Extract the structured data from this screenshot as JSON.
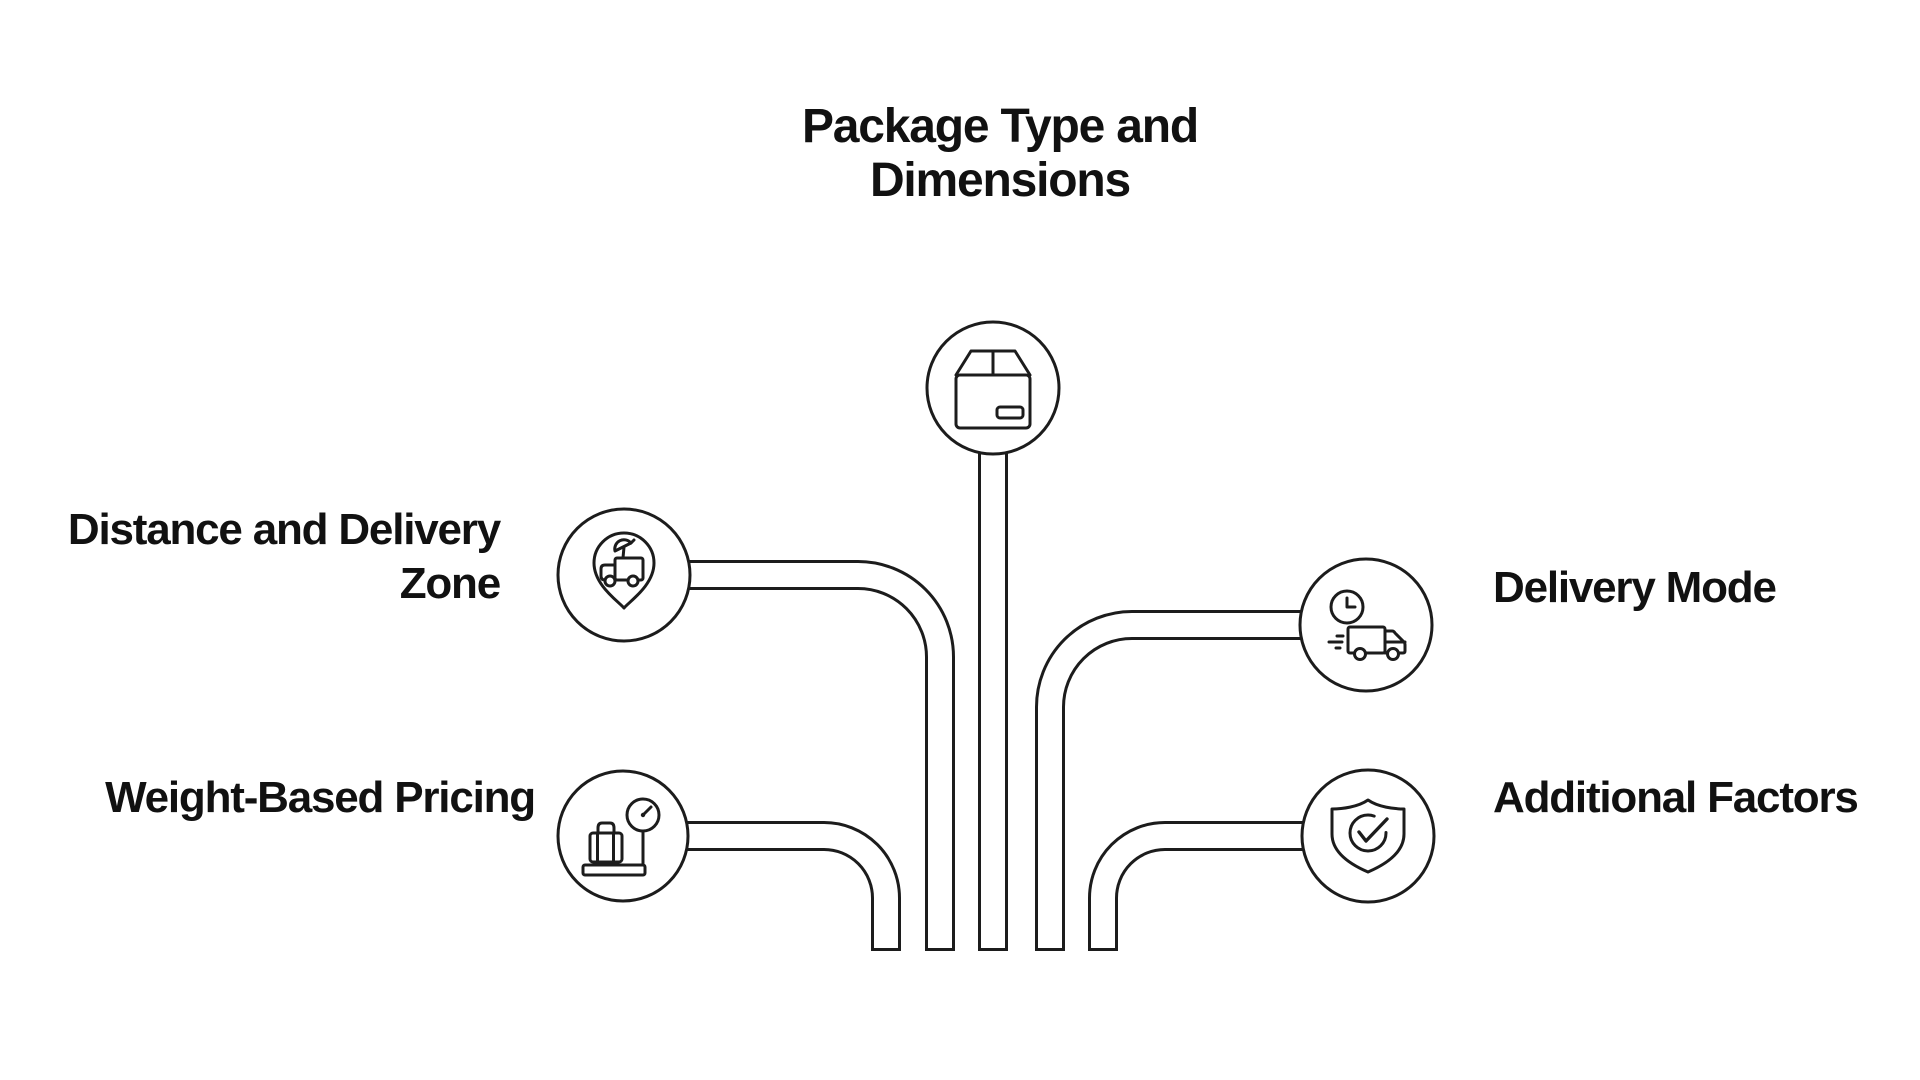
{
  "diagram": {
    "type": "mind-map-infographic",
    "colors": {
      "background": "#ffffff",
      "line": "#1c1c1c",
      "text": "#111111",
      "node_fill": "#ffffff"
    },
    "center_node": {
      "label_lines": [
        "Package Type and",
        "Dimensions"
      ],
      "icon": "package-box-icon"
    },
    "nodes": [
      {
        "id": "distance-delivery-zone",
        "label_lines": [
          "Distance and Delivery",
          "Zone"
        ],
        "icon": "location-pin-truck-icon",
        "side": "left-top"
      },
      {
        "id": "weight-based-pricing",
        "label_lines": [
          "Weight-Based Pricing"
        ],
        "icon": "luggage-scale-icon",
        "side": "left-bottom"
      },
      {
        "id": "delivery-mode",
        "label_lines": [
          "Delivery Mode"
        ],
        "icon": "clock-delivery-truck-icon",
        "side": "right-top"
      },
      {
        "id": "additional-factors",
        "label_lines": [
          "Additional Factors"
        ],
        "icon": "shield-check-icon",
        "side": "right-bottom"
      }
    ]
  }
}
